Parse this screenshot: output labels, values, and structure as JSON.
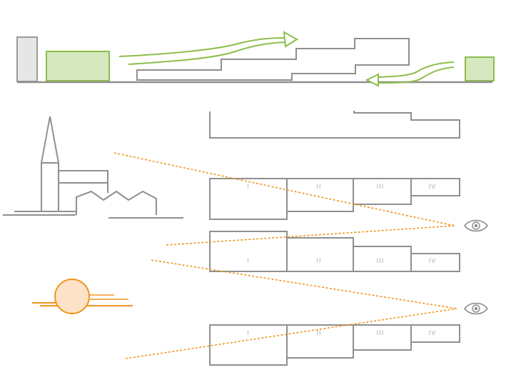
{
  "colors": {
    "outline": "#8f8f8f",
    "green": "#8dbd4c",
    "green_fill": "#d6e8c0",
    "gray_fill": "#e6e6e6",
    "orange": "#f0951e",
    "orange_fill": "#fde2c7",
    "eye": "#8a8a8a"
  },
  "icons": {
    "eye": "eye-icon",
    "sun": "sun-icon",
    "church": "church-icon",
    "wind_arrow": "arrow-icon"
  },
  "rows": {
    "row1": {
      "labels": [
        "I",
        "II",
        "III",
        "IV"
      ]
    },
    "row2": {
      "labels": [
        "I",
        "II",
        "III",
        "IV"
      ]
    },
    "row3": {
      "labels": [
        "I",
        "II",
        "III",
        "IV"
      ]
    }
  }
}
